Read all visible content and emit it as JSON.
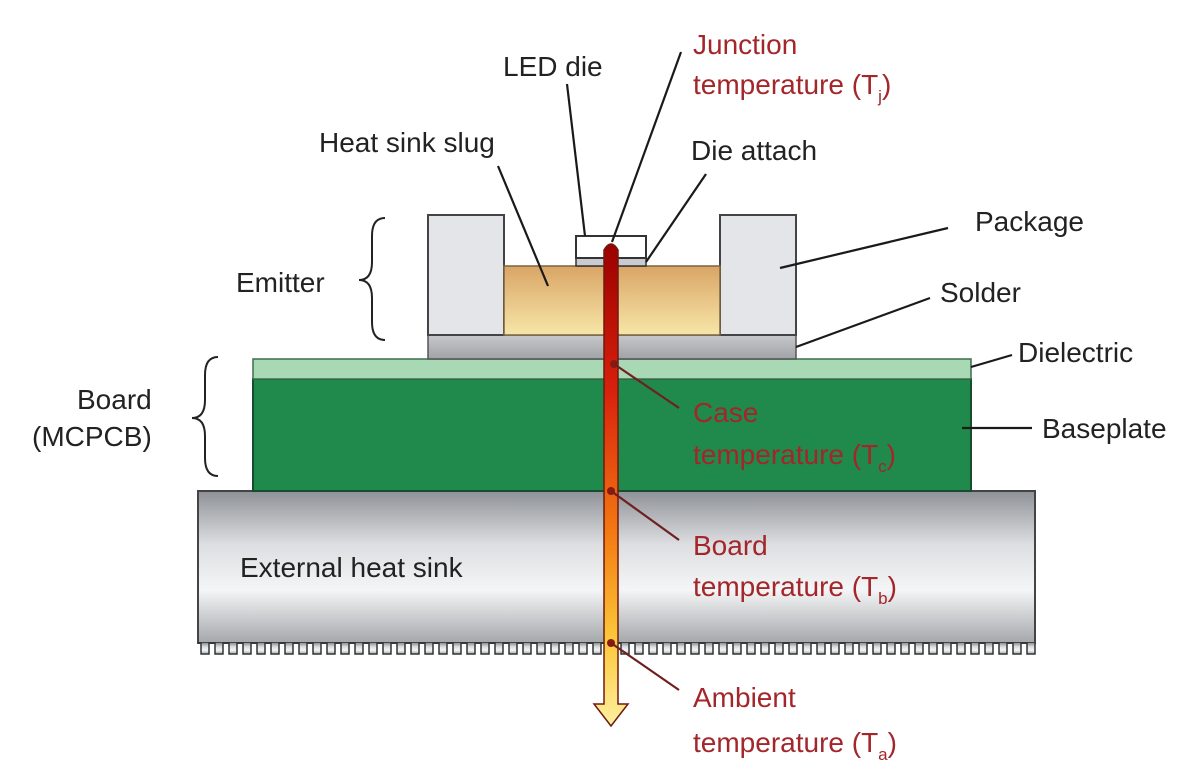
{
  "labels": {
    "led_die": "LED die",
    "heat_sink_slug": "Heat sink slug",
    "die_attach": "Die attach",
    "package": "Package",
    "solder": "Solder",
    "dielectric": "Dielectric",
    "baseplate": "Baseplate",
    "emitter": "Emitter",
    "board_line1": "Board",
    "board_line2": "(MCPCB)",
    "external_heat_sink": "External heat sink"
  },
  "temperatures": {
    "junction": {
      "line1": "Junction",
      "line2": "temperature (T",
      "subscript": "j",
      "close": ")"
    },
    "case": {
      "line1": "Case",
      "line2": "temperature (T",
      "subscript": "c",
      "close": ")"
    },
    "board": {
      "line1": "Board",
      "line2": "temperature (T",
      "subscript": "b",
      "close": ")"
    },
    "ambient": {
      "line1": "Ambient",
      "line2": "temperature (T",
      "subscript": "a",
      "close": ")"
    }
  },
  "colors": {
    "temperature_label": "#a3262a",
    "baseplate": "#1f8a4c",
    "dielectric": "#a8d8b4",
    "slug": "#e6c48a",
    "package": "#e3e5e8",
    "heat_sink": "#d5d7da",
    "heat_flow_hot": "#a00000",
    "heat_flow_cool": "#ffe58a"
  }
}
